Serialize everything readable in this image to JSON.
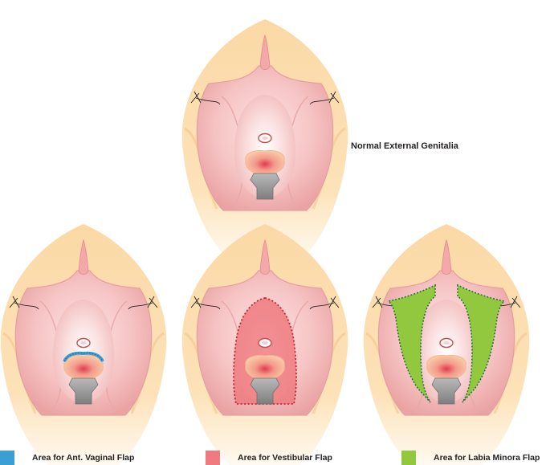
{
  "caption": "Normal External Genitalia",
  "colors": {
    "ant_vaginal_flap": "#3b9fd4",
    "vestibular_flap": "#ef7b80",
    "labia_minora_flap": "#92c83e",
    "dotted_outline_red": "#c0272d",
    "dotted_outline_green": "#1f6b45"
  },
  "legend": [
    {
      "label": "Area for Ant. Vaginal Flap",
      "color": "#3b9fd4"
    },
    {
      "label": "Area for Vestibular Flap",
      "color": "#ef7b80"
    },
    {
      "label": "Area for Labia Minora Flap",
      "color": "#92c83e"
    }
  ]
}
